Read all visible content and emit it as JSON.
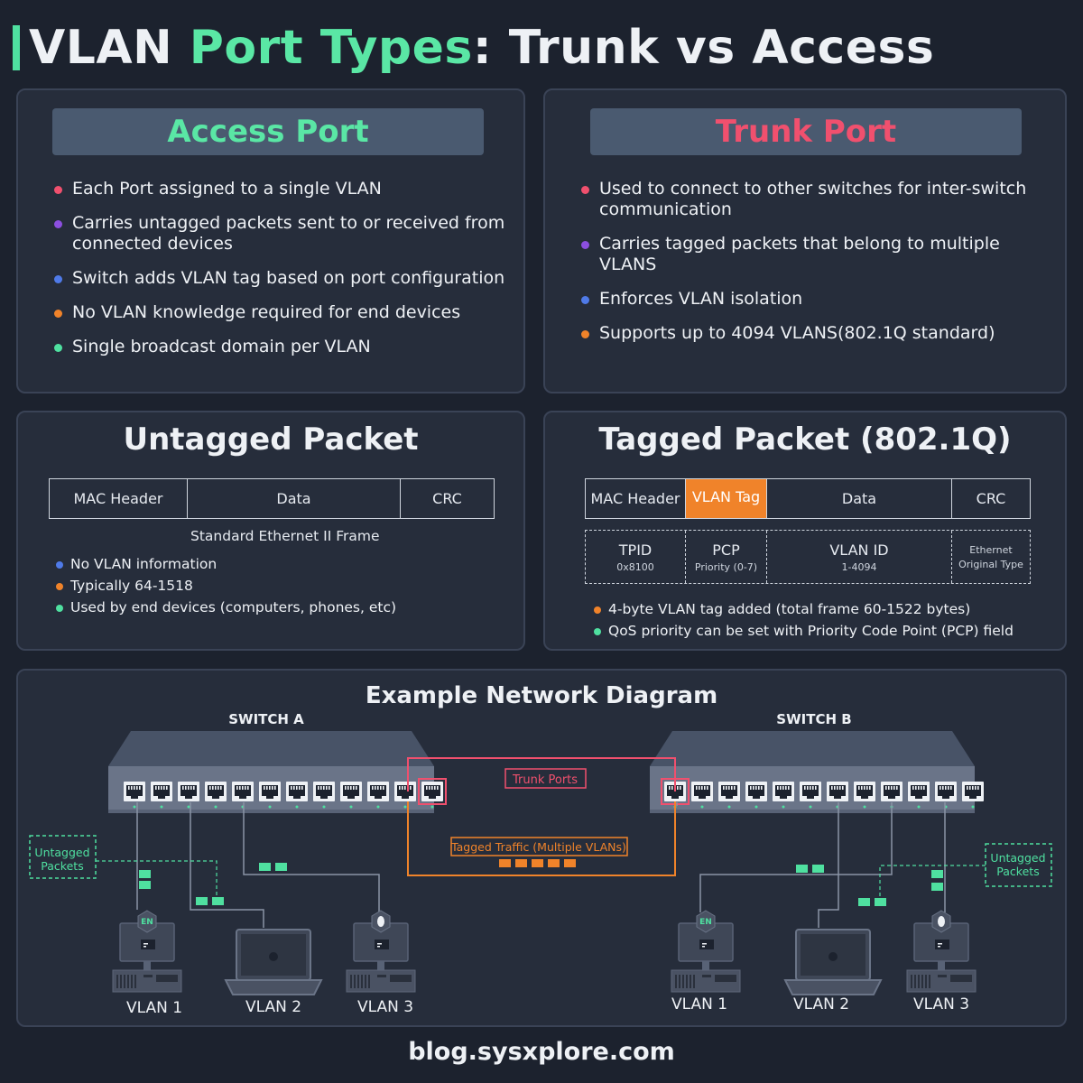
{
  "title": {
    "part1": "VLAN ",
    "part2": "Port Types",
    "part3": ": Trunk vs Access"
  },
  "colors": {
    "accent_green": "#5ae7a5",
    "trunk_red": "#f0506e",
    "vlan_tag_orange": "#f0832a",
    "bullet_red": "#f0506e",
    "bullet_purple": "#8c4fe0",
    "bullet_blue": "#4f7ae8",
    "bullet_orange": "#f0832a",
    "bullet_green": "#4fe0a0"
  },
  "access": {
    "title": "Access Port",
    "bullets": [
      {
        "text": "Each Port assigned to a single VLAN",
        "color": "#f0506e"
      },
      {
        "text": "Carries untagged packets sent to or received from connected devices",
        "color": "#8c4fe0"
      },
      {
        "text": "Switch adds VLAN tag based on port configuration",
        "color": "#4f7ae8"
      },
      {
        "text": "No VLAN knowledge required for end devices",
        "color": "#f0832a"
      },
      {
        "text": "Single broadcast domain per VLAN",
        "color": "#4fe0a0"
      }
    ]
  },
  "trunk": {
    "title": "Trunk Port",
    "bullets": [
      {
        "text": "Used to connect to other switches for inter-switch communication",
        "color": "#f0506e"
      },
      {
        "text": "Carries tagged packets that belong to multiple VLANS",
        "color": "#8c4fe0"
      },
      {
        "text": "Enforces VLAN isolation",
        "color": "#4f7ae8"
      },
      {
        "text": "Supports up to 4094 VLANS(802.1Q standard)",
        "color": "#f0832a"
      }
    ]
  },
  "untagged": {
    "title": "Untagged Packet",
    "frame": [
      "MAC Header",
      "Data",
      "CRC"
    ],
    "caption": "Standard Ethernet II Frame",
    "bullets": [
      {
        "text": "No VLAN information",
        "color": "#4f7ae8"
      },
      {
        "text": "Typically 64-1518",
        "color": "#f0832a"
      },
      {
        "text": "Used by end devices (computers, phones, etc)",
        "color": "#4fe0a0"
      }
    ]
  },
  "tagged": {
    "title": "Tagged Packet (802.1Q)",
    "frame": [
      "MAC Header",
      "VLAN Tag",
      "Data",
      "CRC"
    ],
    "fields": [
      {
        "name": "TPID",
        "sub": "0x8100"
      },
      {
        "name": "PCP",
        "sub": "Priority (0-7)"
      },
      {
        "name": "VLAN ID",
        "sub": "1-4094"
      },
      {
        "name": "Ethernet",
        "sub": "Original Type"
      }
    ],
    "bullets": [
      {
        "text": "4-byte VLAN tag added (total frame 60-1522 bytes)",
        "color": "#f0832a"
      },
      {
        "text": "QoS priority can be set with Priority Code Point (PCP) field",
        "color": "#4fe0a0"
      }
    ]
  },
  "diagram": {
    "title": "Example Network Diagram",
    "switch_a": "SWITCH A",
    "switch_b": "SWITCH B",
    "trunk_label": "Trunk Ports",
    "tagged_label": "Tagged Traffic (Multiple VLANs)",
    "untagged_label_line1": "Untagged",
    "untagged_label_line2": "Packets",
    "left_devices": [
      "VLAN 1",
      "VLAN 2",
      "VLAN 3"
    ],
    "right_devices": [
      "VLAN 1",
      "VLAN 2",
      "VLAN 3"
    ]
  },
  "footer": "blog.sysxplore.com"
}
